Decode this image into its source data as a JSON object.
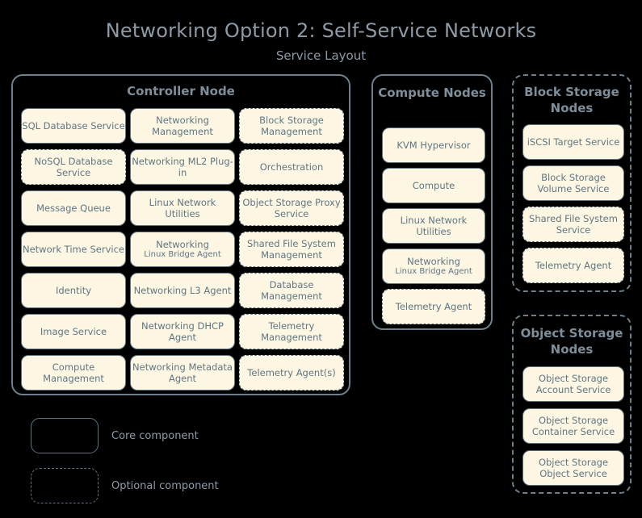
{
  "header": {
    "title": "Networking Option 2: Self-Service Networks",
    "subtitle": "Service Layout"
  },
  "colors": {
    "background": "#000000",
    "chip_fill": "#fdf6e3",
    "chip_border": "#5f7682",
    "text": "#5f7682",
    "title_text": "#8e9ba6",
    "node_border": "#6d818c"
  },
  "nodes": {
    "controller": {
      "title": "Controller Node",
      "border_style": "solid",
      "services": [
        {
          "label": "SQL Database Service",
          "style": "solid"
        },
        {
          "label": "Networking Management",
          "style": "solid"
        },
        {
          "label": "Block Storage Management",
          "style": "dashed"
        },
        {
          "label": "NoSQL Database Service",
          "style": "dashed"
        },
        {
          "label": "Networking ML2 Plug-in",
          "style": "solid"
        },
        {
          "label": "Orchestration",
          "style": "dashed"
        },
        {
          "label": "Message Queue",
          "style": "solid"
        },
        {
          "label": "Linux Network Utilities",
          "style": "solid"
        },
        {
          "label": "Object Storage Proxy Service",
          "style": "dashed"
        },
        {
          "label": "Network Time Service",
          "style": "solid"
        },
        {
          "label": "Networking",
          "sublabel": "Linux Bridge Agent",
          "style": "solid"
        },
        {
          "label": "Shared File System Management",
          "style": "dashed"
        },
        {
          "label": "Identity",
          "style": "solid"
        },
        {
          "label": "Networking L3 Agent",
          "style": "solid"
        },
        {
          "label": "Database Management",
          "style": "dashed"
        },
        {
          "label": "Image Service",
          "style": "solid"
        },
        {
          "label": "Networking DHCP Agent",
          "style": "solid"
        },
        {
          "label": "Telemetry Management",
          "style": "dashed"
        },
        {
          "label": "Compute Management",
          "style": "solid"
        },
        {
          "label": "Networking Metadata Agent",
          "style": "solid"
        },
        {
          "label": "Telemetry Agent(s)",
          "style": "dashed"
        }
      ]
    },
    "compute": {
      "title": "Compute Nodes",
      "border_style": "solid",
      "services": [
        {
          "label": "KVM Hypervisor",
          "style": "solid"
        },
        {
          "label": "Compute",
          "style": "solid"
        },
        {
          "label": "Linux Network Utilities",
          "style": "solid"
        },
        {
          "label": "Networking",
          "sublabel": "Linux Bridge Agent",
          "style": "solid"
        },
        {
          "label": "Telemetry Agent",
          "style": "dashed"
        }
      ]
    },
    "block_storage": {
      "title": "Block Storage Nodes",
      "border_style": "dashed",
      "services": [
        {
          "label": "iSCSI Target Service",
          "style": "solid"
        },
        {
          "label": "Block Storage Volume Service",
          "style": "solid"
        },
        {
          "label": "Shared File System Service",
          "style": "dashed"
        },
        {
          "label": "Telemetry Agent",
          "style": "dashed"
        }
      ]
    },
    "object_storage": {
      "title": "Object Storage Nodes",
      "border_style": "dashed",
      "services": [
        {
          "label": "Object Storage Account Service",
          "style": "solid"
        },
        {
          "label": "Object Storage Container Service",
          "style": "solid"
        },
        {
          "label": "Object Storage Object Service",
          "style": "solid"
        }
      ]
    }
  },
  "legend": {
    "core_label": "Core component",
    "optional_label": "Optional component"
  }
}
